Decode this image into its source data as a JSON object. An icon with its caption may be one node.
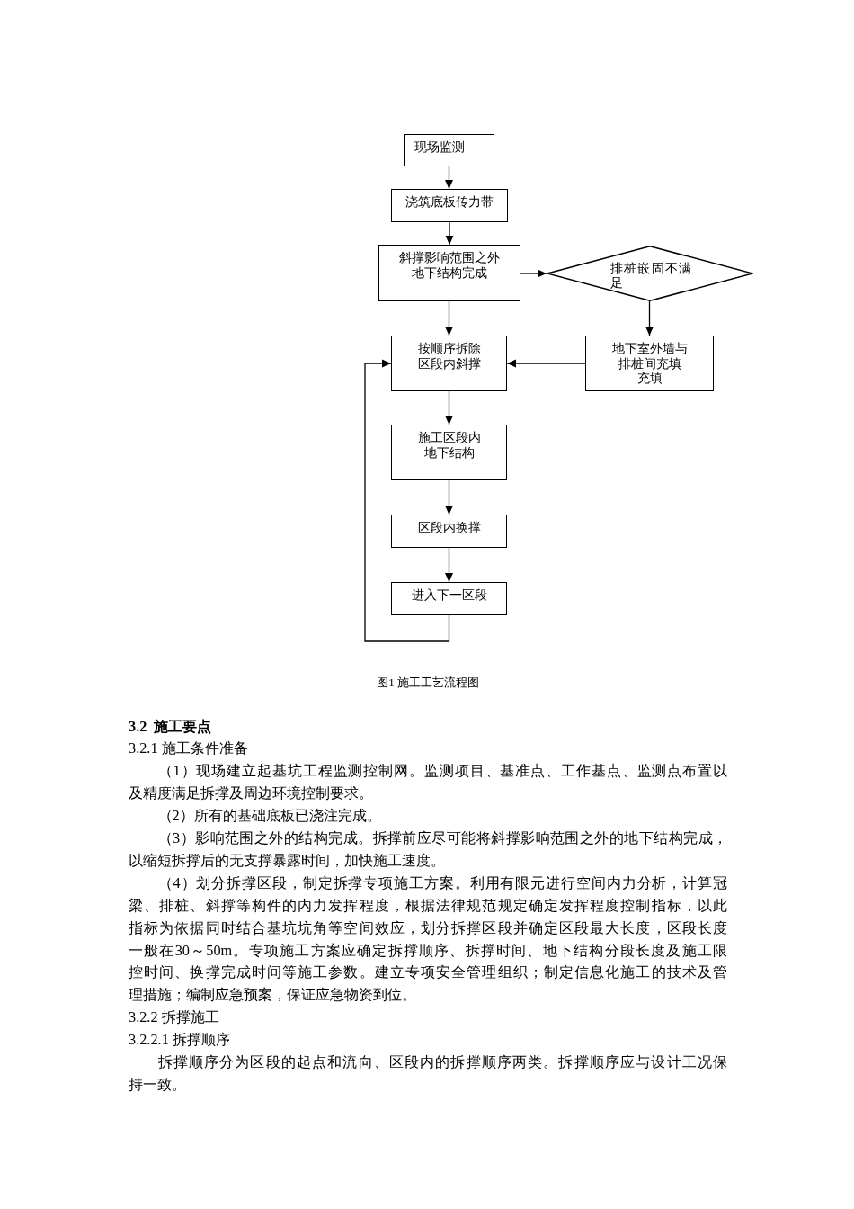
{
  "diagram": {
    "caption": "图1 施工工艺流程图",
    "nodes": [
      {
        "text": [
          "现场监测"
        ]
      },
      {
        "text": [
          "浇筑底板传力带"
        ]
      },
      {
        "text": [
          "斜撑影响范围之外地下结构完成"
        ]
      },
      {
        "text": [
          "排桩嵌固不满足"
        ]
      },
      {
        "text": [
          "按顺序拆除区段内斜撑"
        ]
      },
      {
        "text": [
          "地下室外墙与排桩间充填充填"
        ]
      },
      {
        "text": [
          "施工区段内地下结构"
        ]
      },
      {
        "text": [
          "区段内换撑"
        ]
      },
      {
        "text": [
          "进入下一区段"
        ]
      }
    ],
    "edges": [
      {
        "from": 0,
        "to": 1,
        "arrow": "to"
      },
      {
        "from": 1,
        "to": 2,
        "arrow": "to"
      },
      {
        "from": 2,
        "to": 3,
        "arrow": "to"
      },
      {
        "from": 2,
        "to": 4,
        "arrow": "to"
      },
      {
        "from": 3,
        "to": 5,
        "arrow": "to"
      },
      {
        "from": 5,
        "to": 4,
        "arrow": "to"
      },
      {
        "from": 4,
        "to": 6,
        "arrow": "to"
      },
      {
        "from": 6,
        "to": 7,
        "arrow": "to"
      },
      {
        "from": 7,
        "to": 8,
        "arrow": "to"
      },
      {
        "from": 8,
        "to": 4,
        "arrow": "to"
      }
    ],
    "labels": [
      "3.2 施工要点",
      "3.2.1 施工条件准备",
      "（1）现场建立起基坑工程监测控制网。监测项目、基准点、工作基点、监测点布置以及精度满足拆撑及周边环境控制要求。",
      "（2）所有的基础底板已浇注完成。",
      "（3）影响范围之外的结构完成。拆撑前应尽可能将斜撑影响范围之外的地下结构完成，以缩短拆撑后的无支撑暴露时间，加快施工速度。",
      "（4）划分拆撑区段，制定拆撑专项施工方案。利用有限元进行空间内力分析，计算冠梁、排桩、斜撑等构件的内力发挥程度，根据法律规范规定确定发挥程度控制指标，以此指标为依据同时结合基坑坑角等空间效应，划分拆撑区段并确定区段最大长度，区段长度一般在30～50m。专项施工方案应确定拆撑顺序、拆撑时间、地下结构分段长度及施工限控时间、换撑完成时间等施工参数。建立专项安全管理组织；制定信息化施工的技术及管理措施；编制应急预案，保证应急物资到位。",
      "3.2.2 拆撑施工",
      "3.2.2.1 拆撑顺序",
      "拆撑顺序分为区段的起点和流向、区段内的拆撑顺序两类。拆撑顺序应与设计工况保持一致。"
    ]
  }
}
